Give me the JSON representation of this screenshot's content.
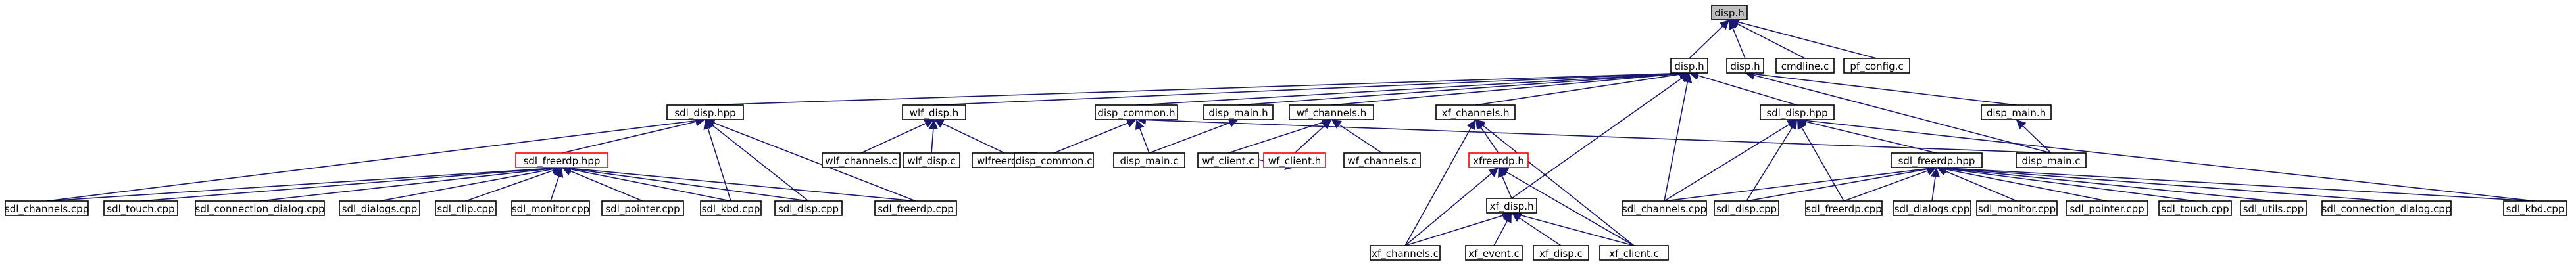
{
  "graph": {
    "edge_color": "#191970",
    "highlight_color": "#ff0000",
    "root_fill": "#bfbfbf",
    "nodes": [
      {
        "id": "n1",
        "label": "disp.h",
        "style": "root"
      },
      {
        "id": "n2",
        "label": "disp.h"
      },
      {
        "id": "n3",
        "label": "disp.h"
      },
      {
        "id": "n4",
        "label": "cmdline.c"
      },
      {
        "id": "n5",
        "label": "pf_config.c"
      },
      {
        "id": "n6",
        "label": "sdl_disp.hpp"
      },
      {
        "id": "n7",
        "label": "wlf_disp.h"
      },
      {
        "id": "n8",
        "label": "disp_common.h"
      },
      {
        "id": "n9",
        "label": "disp_main.h"
      },
      {
        "id": "n10",
        "label": "wf_channels.h"
      },
      {
        "id": "n11",
        "label": "xf_channels.h"
      },
      {
        "id": "n12",
        "label": "sdl_disp.hpp"
      },
      {
        "id": "n13",
        "label": "disp_main.h"
      },
      {
        "id": "n14",
        "label": "sdl_freerdp.hpp",
        "style": "red"
      },
      {
        "id": "n15",
        "label": "wlf_channels.c"
      },
      {
        "id": "n16",
        "label": "wlf_disp.c"
      },
      {
        "id": "n17",
        "label": "wlfreerdp.c"
      },
      {
        "id": "n18",
        "label": "disp_common.c"
      },
      {
        "id": "n19",
        "label": "disp_main.c"
      },
      {
        "id": "n20",
        "label": "wf_client.c"
      },
      {
        "id": "n21",
        "label": "wf_client.h",
        "style": "red"
      },
      {
        "id": "n22",
        "label": "wf_channels.c"
      },
      {
        "id": "n23",
        "label": "xfreerdp.h",
        "style": "red"
      },
      {
        "id": "n24",
        "label": "sdl_freerdp.hpp"
      },
      {
        "id": "n25",
        "label": "disp_main.c"
      },
      {
        "id": "n26",
        "label": "xf_disp.h"
      },
      {
        "id": "n27",
        "label": "sdl_channels.cpp"
      },
      {
        "id": "n28",
        "label": "sdl_touch.cpp"
      },
      {
        "id": "n29",
        "label": "sdl_connection_dialog.cpp"
      },
      {
        "id": "n30",
        "label": "sdl_dialogs.cpp"
      },
      {
        "id": "n31",
        "label": "sdl_clip.cpp"
      },
      {
        "id": "n32",
        "label": "sdl_monitor.cpp"
      },
      {
        "id": "n33",
        "label": "sdl_pointer.cpp"
      },
      {
        "id": "n34",
        "label": "sdl_kbd.cpp"
      },
      {
        "id": "n35",
        "label": "sdl_disp.cpp"
      },
      {
        "id": "n36",
        "label": "sdl_freerdp.cpp"
      },
      {
        "id": "n37",
        "label": "sdl_channels.cpp"
      },
      {
        "id": "n38",
        "label": "sdl_disp.cpp"
      },
      {
        "id": "n39",
        "label": "sdl_freerdp.cpp"
      },
      {
        "id": "n40",
        "label": "sdl_dialogs.cpp"
      },
      {
        "id": "n41",
        "label": "sdl_monitor.cpp"
      },
      {
        "id": "n42",
        "label": "sdl_pointer.cpp"
      },
      {
        "id": "n43",
        "label": "sdl_touch.cpp"
      },
      {
        "id": "n44",
        "label": "sdl_utils.cpp"
      },
      {
        "id": "n45",
        "label": "sdl_connection_dialog.cpp"
      },
      {
        "id": "n46",
        "label": "sdl_kbd.cpp"
      },
      {
        "id": "n47",
        "label": "xf_channels.c"
      },
      {
        "id": "n48",
        "label": "xf_event.c"
      },
      {
        "id": "n49",
        "label": "xf_disp.c"
      },
      {
        "id": "n50",
        "label": "xf_client.c"
      }
    ],
    "edges": [
      [
        "n2",
        "n1"
      ],
      [
        "n4",
        "n1"
      ],
      [
        "n5",
        "n1"
      ],
      [
        "n3",
        "n1"
      ],
      [
        "n6",
        "n2"
      ],
      [
        "n7",
        "n2"
      ],
      [
        "n8",
        "n2"
      ],
      [
        "n9",
        "n2"
      ],
      [
        "n10",
        "n2"
      ],
      [
        "n11",
        "n2"
      ],
      [
        "n12",
        "n2"
      ],
      [
        "n26",
        "n2"
      ],
      [
        "n37",
        "n2"
      ],
      [
        "n13",
        "n3"
      ],
      [
        "n25",
        "n3"
      ],
      [
        "n14",
        "n6"
      ],
      [
        "n27",
        "n6"
      ],
      [
        "n34",
        "n6"
      ],
      [
        "n35",
        "n6"
      ],
      [
        "n36",
        "n6"
      ],
      [
        "n15",
        "n7"
      ],
      [
        "n16",
        "n7"
      ],
      [
        "n17",
        "n7"
      ],
      [
        "n18",
        "n8"
      ],
      [
        "n19",
        "n8"
      ],
      [
        "n25",
        "n8"
      ],
      [
        "n19",
        "n9"
      ],
      [
        "n20",
        "n10"
      ],
      [
        "n21",
        "n10"
      ],
      [
        "n22",
        "n10"
      ],
      [
        "n20",
        "n21"
      ],
      [
        "n23",
        "n11"
      ],
      [
        "n47",
        "n11"
      ],
      [
        "n50",
        "n11"
      ],
      [
        "n24",
        "n12"
      ],
      [
        "n37",
        "n12"
      ],
      [
        "n38",
        "n12"
      ],
      [
        "n39",
        "n12"
      ],
      [
        "n46",
        "n12"
      ],
      [
        "n25",
        "n13"
      ],
      [
        "n27",
        "n14"
      ],
      [
        "n28",
        "n14"
      ],
      [
        "n29",
        "n14"
      ],
      [
        "n30",
        "n14"
      ],
      [
        "n31",
        "n14"
      ],
      [
        "n32",
        "n14"
      ],
      [
        "n33",
        "n14"
      ],
      [
        "n34",
        "n14"
      ],
      [
        "n35",
        "n14"
      ],
      [
        "n36",
        "n14"
      ],
      [
        "n26",
        "n23"
      ],
      [
        "n47",
        "n23"
      ],
      [
        "n50",
        "n23"
      ],
      [
        "n37",
        "n24"
      ],
      [
        "n38",
        "n24"
      ],
      [
        "n39",
        "n24"
      ],
      [
        "n40",
        "n24"
      ],
      [
        "n41",
        "n24"
      ],
      [
        "n42",
        "n24"
      ],
      [
        "n43",
        "n24"
      ],
      [
        "n44",
        "n24"
      ],
      [
        "n45",
        "n24"
      ],
      [
        "n46",
        "n24"
      ],
      [
        "n47",
        "n26"
      ],
      [
        "n48",
        "n26"
      ],
      [
        "n49",
        "n26"
      ],
      [
        "n50",
        "n26"
      ]
    ]
  }
}
